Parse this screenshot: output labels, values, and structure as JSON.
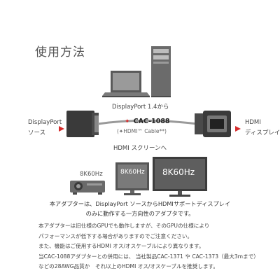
{
  "title": "使用方法",
  "source_label": "DisplayPort 1.4から",
  "left_port_label_1": "DisplayPort",
  "left_port_label_2": "ソース",
  "model": {
    "mark": "✦",
    "name": "CAC-1088",
    "sub": "(✦HDMI™ Cable**)"
  },
  "right_port_label_1": "HDMI",
  "right_port_label_2": "ディスプレイ",
  "dest_label": "HDMI スクリーンへ",
  "screens": {
    "projector": "8K60Hz",
    "monitor": "8K60Hz",
    "tv": "8K60Hz"
  },
  "description": {
    "line1": "本アダプターは、DisplayPort ソースからHDMIサポートディスプレイ",
    "line2": "のみに動作する一方向性のアダプタです。"
  },
  "notes": [
    "本アダプターは旧仕様のGPUでも動作しますが、そのGPUの仕様により",
    "パフォーマンスが低下する場合がありますのでご注意ください。",
    "また、機能はご使用するHDMI オス/オスケーブルにより異なります。",
    "当CAC-1088アダプターとの併用には、  当社製品CAC-1371 や CAC-1373（最大3mまで）",
    "などの28AWG品質か　それ以上のHDMI オス/オスケーブルを推奨します。"
  ],
  "colors": {
    "device_dark": "#5a5a5a",
    "device_mid": "#8a8a8a",
    "device_light": "#cfcfcf",
    "cable_accent": "#d62b2b"
  }
}
